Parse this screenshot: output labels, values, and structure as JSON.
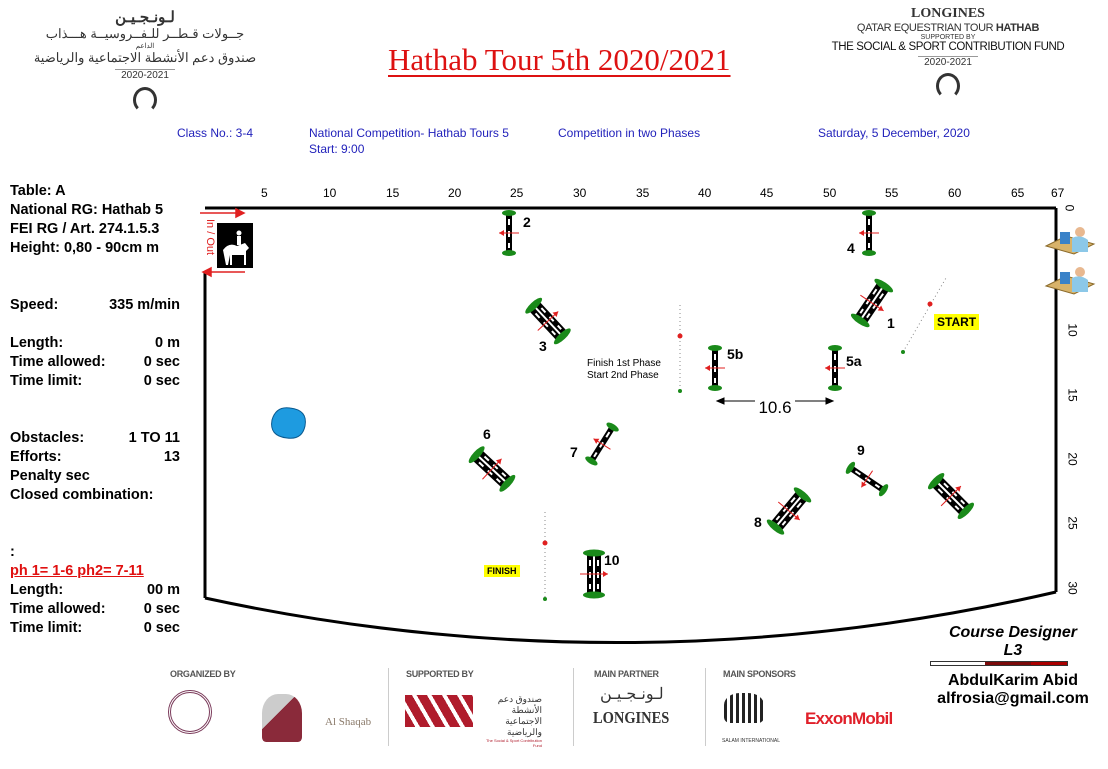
{
  "header": {
    "left_logo": {
      "arabic_line1": "لـونـجـيـن",
      "arabic_line2": "جــولات قـطــر للـفــروسيــة هـــذاب",
      "arabic_small": "الداعم",
      "arabic_line3": "صندوق دعم الأنشطة الاجتماعية والرياضية",
      "years": "2020-2021"
    },
    "title": "Hathab Tour 5th 2020/2021",
    "right_logo": {
      "brand": "LONGINES",
      "line1": "QATAR EQUESTRIAN TOUR ",
      "line1_bold": "HATHAB",
      "supported": "SUPPORTED BY",
      "fund": "THE SOCIAL & SPORT CONTRIBUTION FUND",
      "years": "2020-2021"
    },
    "class_no": "Class No.: 3-4",
    "competition": "National Competition- Hathab Tours 5",
    "start_time": "Start: 9:00",
    "competition_type": "Competition in two Phases",
    "date": "Saturday, 5 December, 2020"
  },
  "left_panel": {
    "table": "Table: A",
    "national_rg": "National RG: Hathab 5",
    "fei_rg": "FEI RG / Art. 274.1.5.3",
    "height": "Height: 0,80 - 90cm  m",
    "speed_label": "Speed:",
    "speed_value": "335  m/min",
    "length_label": "Length:",
    "length_value": "0   m",
    "time_allowed_label": "Time allowed:",
    "time_allowed_value": "0  sec",
    "time_limit_label": "Time limit:",
    "time_limit_value": "0  sec",
    "obstacles_label": "Obstacles:",
    "obstacles_value": "1 TO 11",
    "efforts_label": "Efforts:",
    "efforts_value": "13",
    "penalty": "Penalty sec",
    "closed_combination": "Closed combination:",
    "colon": ":",
    "phases": "ph 1=  1-6    ph2=   7-11",
    "ph2_length_label": "Length:",
    "ph2_length_value": "00   m",
    "ph2_time_allowed_label": "Time allowed:",
    "ph2_time_allowed_value": "0  sec",
    "ph2_time_limit_label": "Time limit:",
    "ph2_time_limit_value": "0  sec"
  },
  "arena": {
    "x_ticks": [
      "5",
      "10",
      "15",
      "20",
      "25",
      "30",
      "35",
      "40",
      "45",
      "50",
      "55",
      "60",
      "65",
      "67"
    ],
    "y_ticks": [
      "0",
      "10",
      "15",
      "20",
      "25",
      "30"
    ],
    "in_out": "In / Out",
    "obstacles": {
      "o1": "1",
      "o2": "2",
      "o3": "3",
      "o4": "4",
      "o5a": "5a",
      "o5b": "5b",
      "o6": "6",
      "o7": "7",
      "o8": "8",
      "o9": "9",
      "o10": "10"
    },
    "start_label": "START",
    "finish_label": "FINISH",
    "phase_line_1": "Finish 1st Phase",
    "phase_line_2": "Start   2nd Phase",
    "distance": "10.6",
    "colors": {
      "pole": "#000000",
      "wing": "#1a8a1a",
      "arrow": "#e02020",
      "water": "#1e9be0",
      "label_bg": "#ffff00"
    }
  },
  "designer": {
    "title": "Course Designer",
    "level": "L3",
    "name": "AbdulKarim Abid",
    "email": "alfrosia@gmail.com"
  },
  "sponsors": {
    "organized_by": "ORGANIZED BY",
    "al_shaqab": "Al Shaqab",
    "supported_by": "SUPPORTED BY",
    "fund_ar1": "صندوق دعم الأنشطة",
    "fund_ar2": "الاجتماعية والرياضية",
    "fund_en": "The Social & Sport Contribution Fund",
    "main_partner": "MAIN PARTNER",
    "longines_ar": "لـونـجـيـن",
    "longines": "LONGINES",
    "main_sponsors": "MAIN SPONSORS",
    "salam": "SALAM INTERNATIONAL",
    "exxon": "ExxonMobil"
  }
}
